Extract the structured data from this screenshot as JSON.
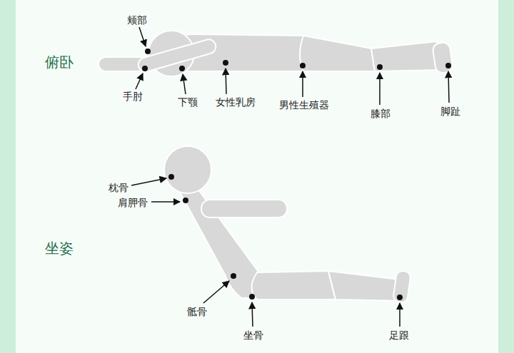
{
  "diagram": {
    "labels": [
      "俯卧",
      "颊部",
      "手肘",
      "下颚",
      "女性乳房",
      "男性生殖器",
      "膝部",
      "脚趾",
      "坐姿",
      "枕骨",
      "肩胛骨",
      "骶骨",
      "坐骨",
      "足跟"
    ]
  }
}
